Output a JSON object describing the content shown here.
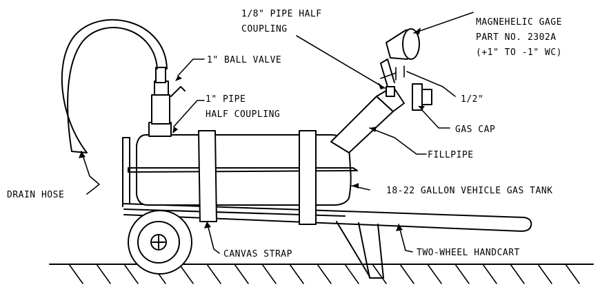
{
  "labels": {
    "pipe_half_coupling_small_1": "1/8\" PIPE HALF",
    "pipe_half_coupling_small_2": "COUPLING",
    "gage_1": "MAGNEHELIC GAGE",
    "gage_2": "PART NO. 2302A",
    "gage_3": "(+1\" TO -1\" WC)",
    "ball_valve": "1\" BALL VALVE",
    "pipe_half_coupling_1": "1\" PIPE",
    "pipe_half_coupling_2": "HALF COUPLING",
    "dimension": "1/2\"",
    "gas_cap": "GAS CAP",
    "fillpipe": "FILLPIPE",
    "drain_hose": "DRAIN HOSE",
    "gas_tank": "18-22 GALLON VEHICLE GAS TANK",
    "canvas_strap": "CANVAS STRAP",
    "handcart": "TWO-WHEEL HANDCART"
  }
}
